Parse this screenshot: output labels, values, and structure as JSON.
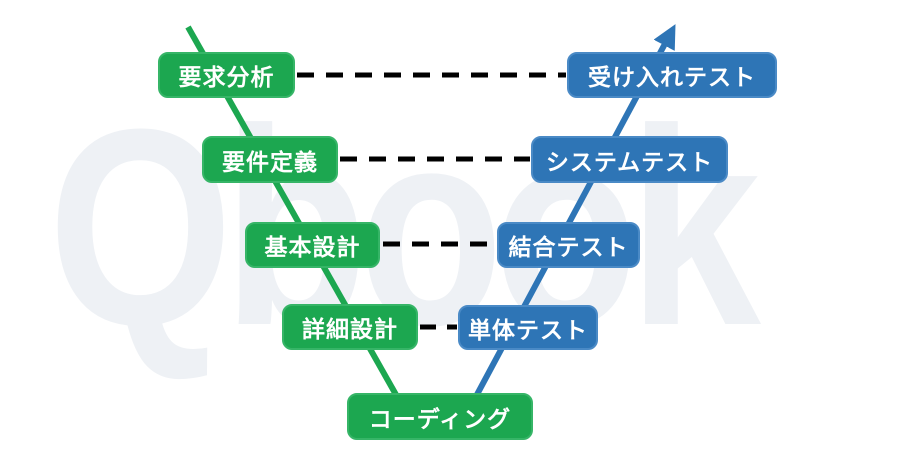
{
  "watermark": {
    "text": "Qbook"
  },
  "colors": {
    "phase_green": "#1ca750",
    "test_blue": "#2e75b6",
    "connector_black": "#000000",
    "watermark_gray": "#eef1f5",
    "label_text": "#ffffff",
    "background": "#ffffff"
  },
  "diagram": {
    "type": "v-model",
    "left_phases": [
      {
        "label": "要求分析"
      },
      {
        "label": "要件定義"
      },
      {
        "label": "基本設計"
      },
      {
        "label": "詳細設計"
      }
    ],
    "bottom_phase": {
      "label": "コーディング"
    },
    "right_phases": [
      {
        "label": "受け入れテスト"
      },
      {
        "label": "システムテスト"
      },
      {
        "label": "結合テスト"
      },
      {
        "label": "単体テスト"
      }
    ],
    "connections": [
      {
        "from": "要求分析",
        "to": "受け入れテスト"
      },
      {
        "from": "要件定義",
        "to": "システムテスト"
      },
      {
        "from": "基本設計",
        "to": "結合テスト"
      },
      {
        "from": "詳細設計",
        "to": "単体テスト"
      }
    ]
  }
}
